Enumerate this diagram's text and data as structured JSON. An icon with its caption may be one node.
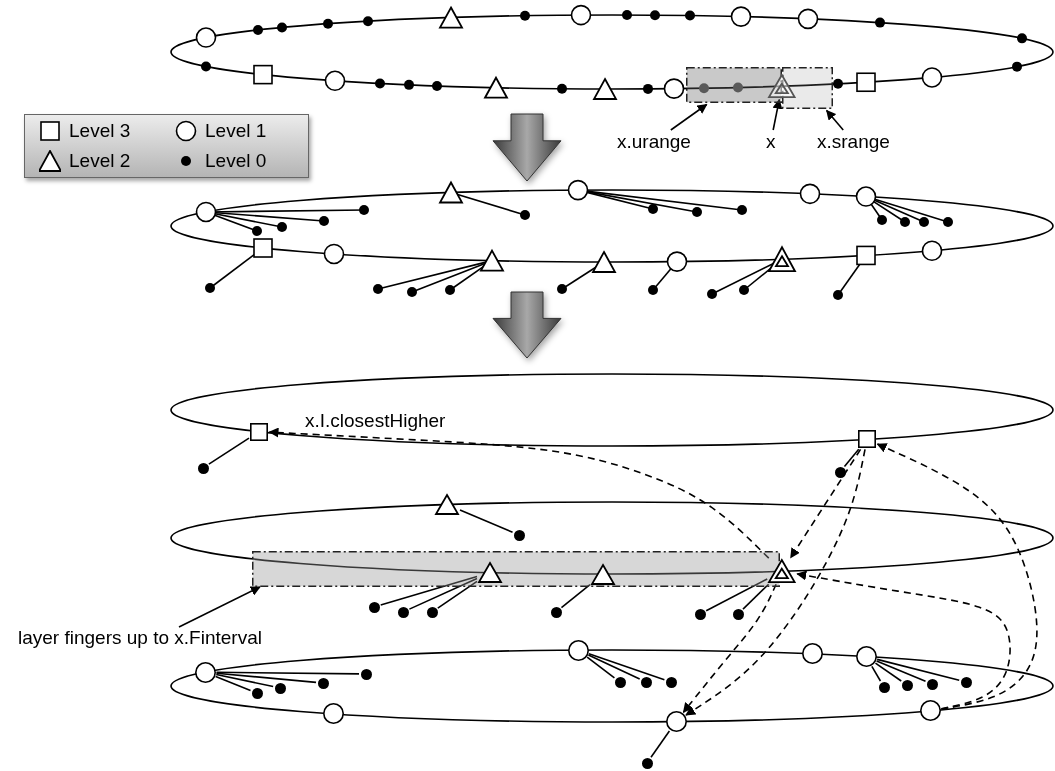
{
  "diagram": {
    "nodes": [
      {
        "text": [
          "x.urange"
        ]
      },
      {
        "text": [],
        "shape": "box"
      },
      {
        "text": [
          "x"
        ]
      },
      {
        "text": [],
        "shape": "triangle"
      },
      {
        "text": [
          "x.srange"
        ]
      },
      {
        "text": [],
        "shape": "box"
      },
      {
        "text": [
          "layer fingers up to x.Finterval"
        ]
      },
      {
        "text": [],
        "shape": "box"
      },
      {
        "text": [],
        "shape": "square"
      },
      {
        "text": [],
        "shape": "dot"
      },
      {
        "text": [],
        "shape": "square"
      },
      {
        "text": [],
        "shape": "dot"
      },
      {
        "text": [],
        "shape": "triangle"
      },
      {
        "text": [],
        "shape": "dot"
      },
      {
        "text": [],
        "shape": "triangle",
        "in": 7
      },
      {
        "text": [],
        "shape": "triangle",
        "in": 7
      },
      {
        "text": [],
        "shape": "triangle"
      },
      {
        "text": [],
        "shape": "dot"
      },
      {
        "text": [],
        "shape": "dot"
      },
      {
        "text": [],
        "shape": "dot"
      },
      {
        "text": [],
        "shape": "dot"
      },
      {
        "text": [],
        "shape": "dot"
      },
      {
        "text": [],
        "shape": "dot"
      },
      {
        "text": [],
        "shape": "circle"
      },
      {
        "text": [],
        "shape": "dot"
      },
      {
        "text": [],
        "shape": "dot"
      },
      {
        "text": [],
        "shape": "dot"
      },
      {
        "text": [],
        "shape": "dot"
      },
      {
        "text": [],
        "shape": "circle"
      },
      {
        "text": [],
        "shape": "dot"
      },
      {
        "text": [],
        "shape": "dot"
      },
      {
        "text": [],
        "shape": "dot"
      },
      {
        "text": [],
        "shape": "circle"
      },
      {
        "text": [],
        "shape": "circle"
      },
      {
        "text": [],
        "shape": "dot"
      },
      {
        "text": [],
        "shape": "dot"
      },
      {
        "text": [],
        "shape": "dot"
      },
      {
        "text": [],
        "shape": "dot"
      },
      {
        "text": [],
        "shape": "circle"
      },
      {
        "text": [],
        "shape": "circle"
      },
      {
        "text": [],
        "shape": "dot"
      },
      {
        "text": [],
        "shape": "circle"
      }
    ],
    "edges": [
      {
        "from": 0,
        "to": 1,
        "arrow": "to"
      },
      {
        "from": 2,
        "to": 3,
        "arrow": "to"
      },
      {
        "from": 4,
        "to": 5,
        "arrow": "to"
      },
      {
        "from": 6,
        "to": 7,
        "arrow": "to"
      },
      {
        "from": 16,
        "to": 8,
        "arrow": "to",
        "style": "dashed",
        "label": "x.I.closestHigher"
      },
      {
        "from": 10,
        "to": 16,
        "arrow": "to",
        "style": "dashed"
      },
      {
        "from": 10,
        "to": 39,
        "arrow": "to",
        "style": "dashed"
      },
      {
        "from": 16,
        "to": 39,
        "arrow": "to",
        "style": "dashed"
      },
      {
        "from": 41,
        "to": 10,
        "arrow": "to",
        "style": "dashed"
      },
      {
        "from": 41,
        "to": 16,
        "arrow": "to",
        "style": "dashed"
      },
      {
        "from": 8,
        "to": 9,
        "arrow": "none"
      },
      {
        "from": 10,
        "to": 11,
        "arrow": "none"
      },
      {
        "from": 12,
        "to": 13,
        "arrow": "none"
      },
      {
        "from": 14,
        "to": 17,
        "arrow": "none"
      },
      {
        "from": 14,
        "to": 18,
        "arrow": "none"
      },
      {
        "from": 14,
        "to": 19,
        "arrow": "none"
      },
      {
        "from": 15,
        "to": 20,
        "arrow": "none"
      },
      {
        "from": 16,
        "to": 21,
        "arrow": "none"
      },
      {
        "from": 16,
        "to": 22,
        "arrow": "none"
      },
      {
        "from": 23,
        "to": 24,
        "arrow": "none"
      },
      {
        "from": 23,
        "to": 25,
        "arrow": "none"
      },
      {
        "from": 23,
        "to": 26,
        "arrow": "none"
      },
      {
        "from": 23,
        "to": 27,
        "arrow": "none"
      },
      {
        "from": 28,
        "to": 29,
        "arrow": "none"
      },
      {
        "from": 28,
        "to": 30,
        "arrow": "none"
      },
      {
        "from": 28,
        "to": 31,
        "arrow": "none"
      },
      {
        "from": 33,
        "to": 34,
        "arrow": "none"
      },
      {
        "from": 33,
        "to": 35,
        "arrow": "none"
      },
      {
        "from": 33,
        "to": 36,
        "arrow": "none"
      },
      {
        "from": 33,
        "to": 37,
        "arrow": "none"
      },
      {
        "from": 39,
        "to": 40,
        "arrow": "none"
      }
    ],
    "legend": [
      {
        "text": "Level 3"
      },
      {
        "text": "Level 1"
      },
      {
        "text": "Level 2"
      },
      {
        "text": "Level 0"
      }
    ]
  }
}
